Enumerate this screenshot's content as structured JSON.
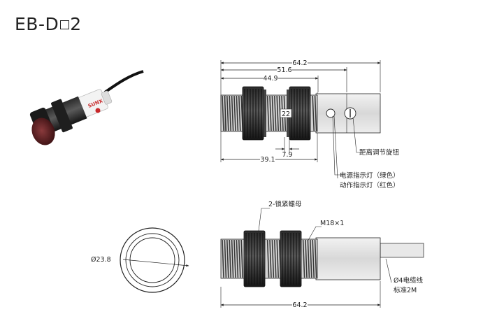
{
  "title": {
    "prefix": "EB-D",
    "suffix": "2"
  },
  "top_view": {
    "dims": {
      "overall": "64.2",
      "to_cap": "51.6",
      "thread": "44.9",
      "nut_bottom": "7.9",
      "body": "39.1",
      "nut_width": "22"
    },
    "labels": {
      "pot": "距离调节旋钮",
      "led_power": "电源指示灯（绿色）",
      "led_action": "动作指示灯（红色）"
    }
  },
  "bottom_view": {
    "dims": {
      "overall": "64.2",
      "diameter": "Ø23.8"
    },
    "labels": {
      "nuts": "2-锁紧螺母",
      "thread": "M18×1",
      "cable_1": "Ø4电缆线",
      "cable_2": "标准2M"
    }
  },
  "photo": {
    "brand": "SUNX"
  },
  "colors": {
    "line": "#222222",
    "body_fill": "#e4e4e4",
    "thread_dark": "#3a3a3a",
    "sensor_black": "#1b1b1b",
    "lens_red": "#5a1a1c",
    "brand_red": "#c8282a"
  }
}
